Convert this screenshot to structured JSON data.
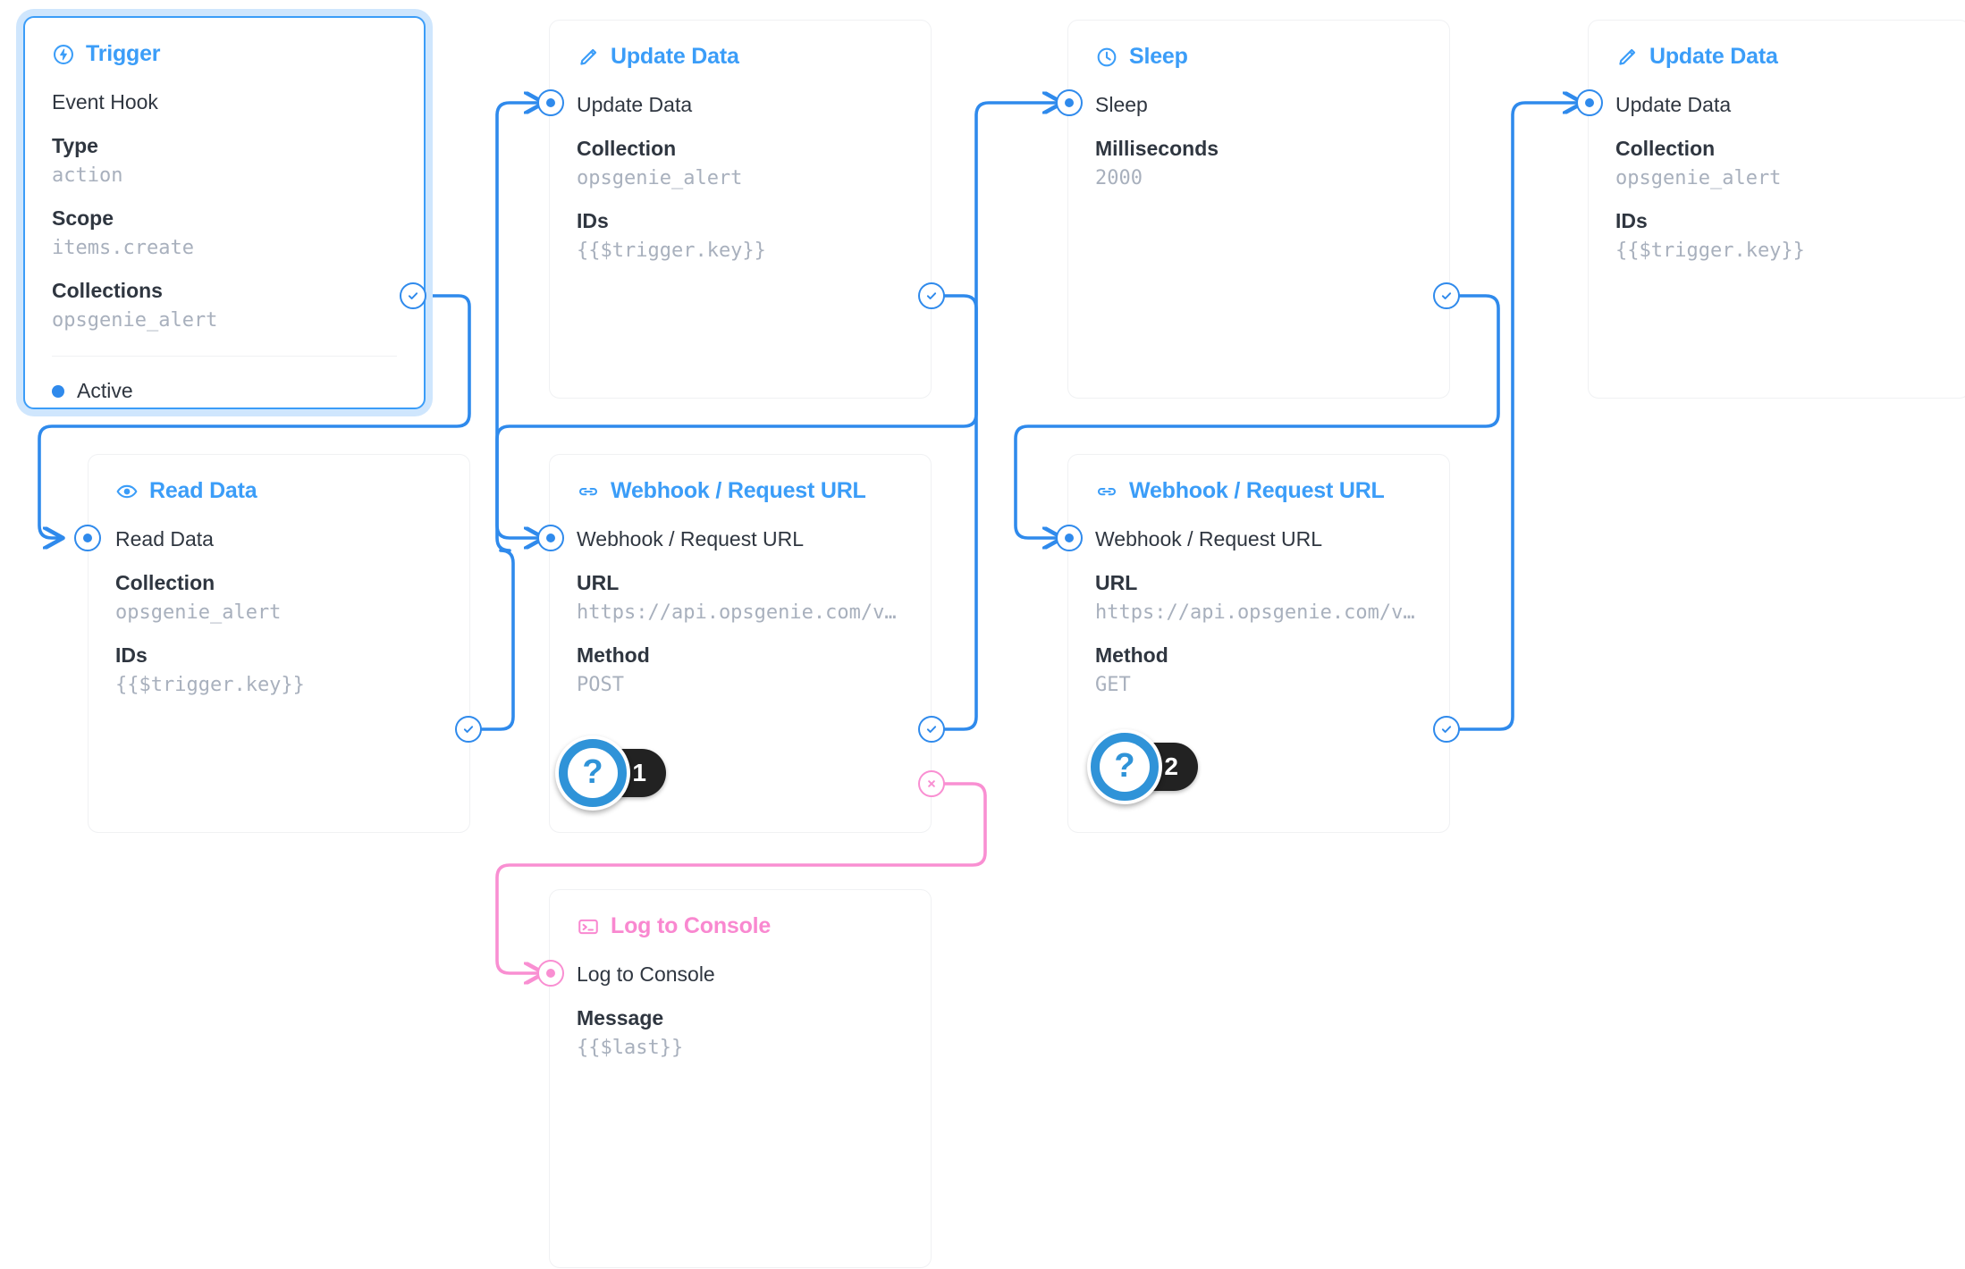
{
  "nodes": [
    {
      "id": "trigger",
      "title": "Trigger",
      "icon": "bolt-circle-icon",
      "accent": "#3b9df8",
      "op_name": "Event Hook",
      "fields": [
        {
          "label": "Type",
          "value": "action"
        },
        {
          "label": "Scope",
          "value": "items.create"
        },
        {
          "label": "Collections",
          "value": "opsgenie_alert"
        }
      ],
      "status": "Active",
      "selected": true
    },
    {
      "id": "update-data-1",
      "title": "Update Data",
      "icon": "pencil-icon",
      "accent": "#3b9df8",
      "op_name": "Update Data",
      "fields": [
        {
          "label": "Collection",
          "value": "opsgenie_alert"
        },
        {
          "label": "IDs",
          "value": "{{$trigger.key}}"
        }
      ]
    },
    {
      "id": "sleep",
      "title": "Sleep",
      "icon": "clock-icon",
      "accent": "#3b9df8",
      "op_name": "Sleep",
      "fields": [
        {
          "label": "Milliseconds",
          "value": "2000"
        }
      ]
    },
    {
      "id": "update-data-2",
      "title": "Update Data",
      "icon": "pencil-icon",
      "accent": "#3b9df8",
      "op_name": "Update Data",
      "fields": [
        {
          "label": "Collection",
          "value": "opsgenie_alert"
        },
        {
          "label": "IDs",
          "value": "{{$trigger.key}}"
        }
      ]
    },
    {
      "id": "read-data",
      "title": "Read Data",
      "icon": "eye-icon",
      "accent": "#3b9df8",
      "op_name": "Read Data",
      "fields": [
        {
          "label": "Collection",
          "value": "opsgenie_alert"
        },
        {
          "label": "IDs",
          "value": "{{$trigger.key}}"
        }
      ]
    },
    {
      "id": "webhook-post",
      "title": "Webhook / Request URL",
      "icon": "link-icon",
      "accent": "#3b9df8",
      "op_name": "Webhook / Request URL",
      "fields": [
        {
          "label": "URL",
          "value": "https://api.opsgenie.com/v…"
        },
        {
          "label": "Method",
          "value": "POST"
        }
      ]
    },
    {
      "id": "webhook-get",
      "title": "Webhook / Request URL",
      "icon": "link-icon",
      "accent": "#3b9df8",
      "op_name": "Webhook / Request URL",
      "fields": [
        {
          "label": "URL",
          "value": "https://api.opsgenie.com/v…"
        },
        {
          "label": "Method",
          "value": "GET"
        }
      ]
    },
    {
      "id": "log-to-console",
      "title": "Log to Console",
      "icon": "console-icon",
      "accent": "#f988d0",
      "op_name": "Log to Console",
      "fields": [
        {
          "label": "Message",
          "value": "{{$last}}"
        }
      ]
    }
  ],
  "hints": [
    {
      "id": "hint-1",
      "glyph": "?",
      "count": "1"
    },
    {
      "id": "hint-2",
      "glyph": "?",
      "count": "2"
    }
  ],
  "colors": {
    "accent_blue": "#2f8aec",
    "title_blue": "#3b9df8",
    "pink": "#f988d0",
    "reject_pink": "#f98fd2",
    "value_gray": "#a8b0bd",
    "text_dark": "#2f3640",
    "card_border": "#f0f1f3",
    "badge_dark": "#222222"
  }
}
